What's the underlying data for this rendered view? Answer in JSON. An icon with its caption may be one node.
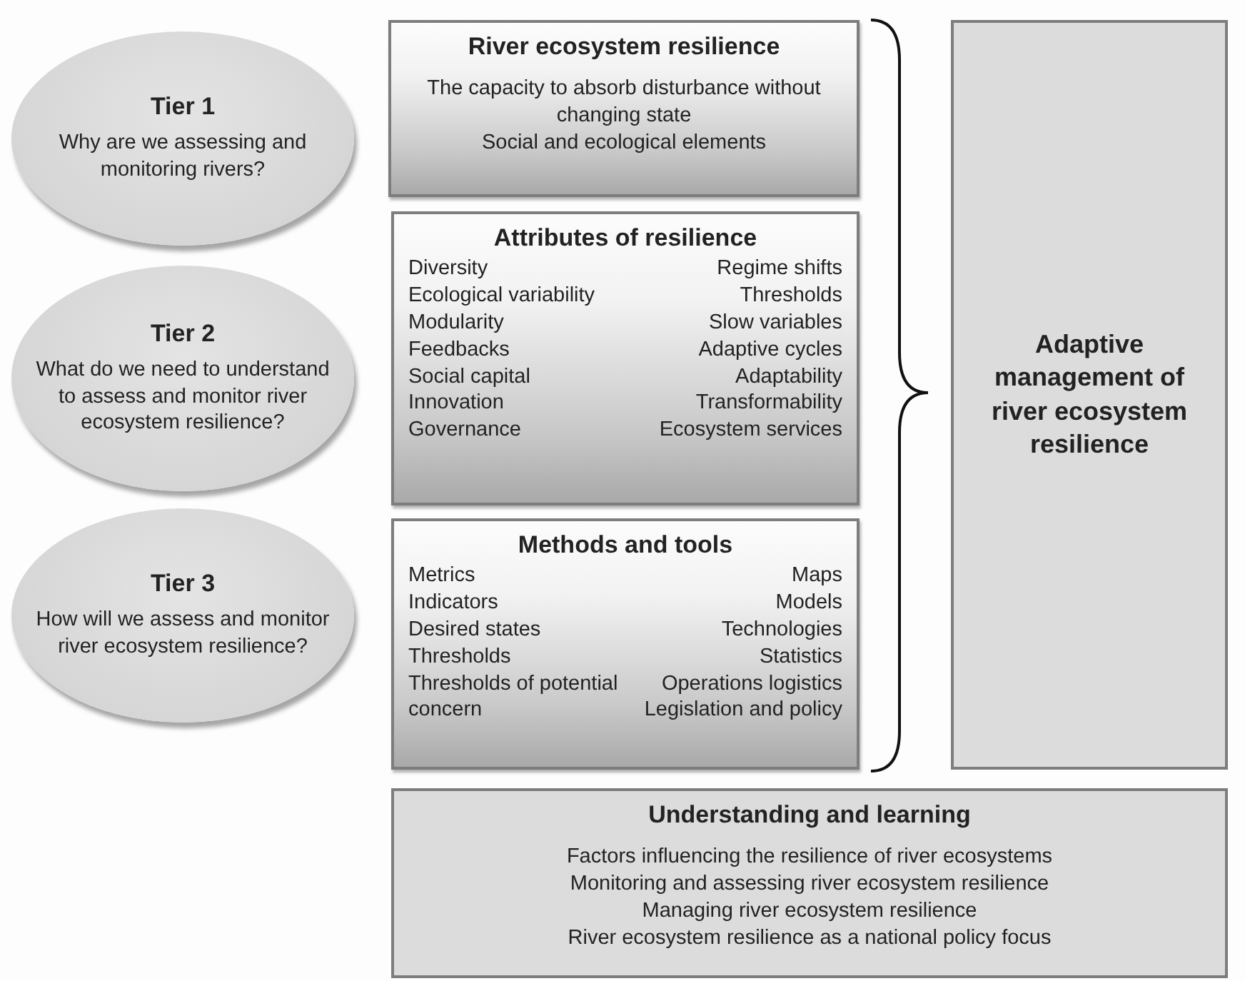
{
  "diagram": {
    "nodes": [
      {
        "text": [
          "Tier 1",
          "Why are we assessing and monitoring rivers?"
        ]
      },
      {
        "text": [
          "Tier 2",
          "What do we need to understand to assess and monitor river ecosystem resilience?"
        ]
      },
      {
        "text": [
          "Tier 3",
          "How will we assess and monitor river ecosystem resilience?"
        ]
      },
      {
        "text": [
          "River ecosystem resilience",
          "The capacity to absorb disturbance without changing state",
          "Social and ecological elements"
        ]
      },
      {
        "text": [
          "Attributes of resilience",
          "Diversity",
          "Ecological variability",
          "Modularity",
          "Feedbacks",
          "Social capital",
          "Innovation",
          "Governance",
          "Regime shifts",
          "Thresholds",
          "Slow variables",
          "Adaptive cycles",
          "Adaptability",
          "Transformability",
          "Ecosystem services"
        ]
      },
      {
        "text": [
          "Methods and tools",
          "Metrics",
          "Indicators",
          "Desired states",
          "Thresholds",
          "Thresholds of potential concern",
          "Maps",
          "Models",
          "Technologies",
          "Statistics",
          "Operations logistics",
          "Legislation and policy"
        ]
      },
      {
        "text": [
          "Adaptive management of river ecosystem resilience"
        ]
      },
      {
        "text": [
          "Understanding and learning",
          "Factors influencing the resilience of river ecosystems",
          "Monitoring and assessing river ecosystem resilience",
          "Managing river ecosystem resilience",
          "River ecosystem resilience as a national policy focus"
        ]
      }
    ]
  }
}
